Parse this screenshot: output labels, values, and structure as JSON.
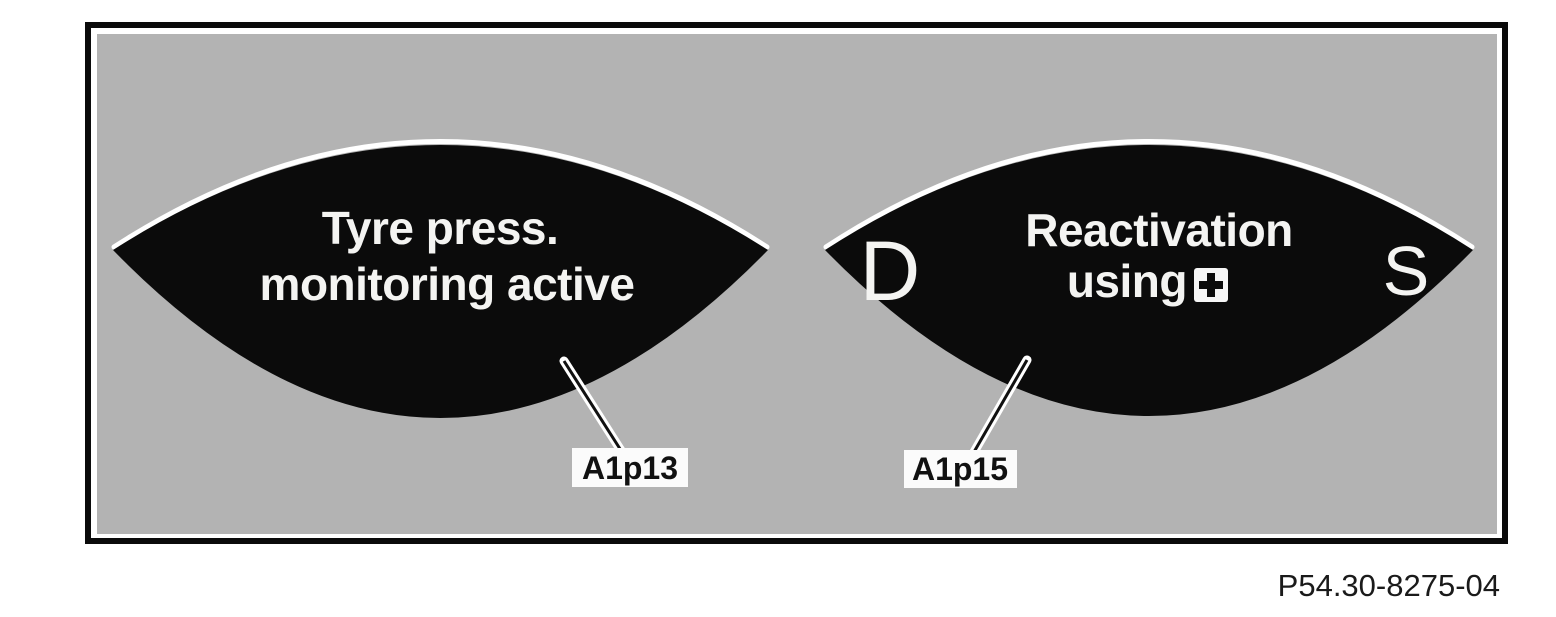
{
  "figure": {
    "panel": {
      "bg_color": "#b3b3b3",
      "border_color": "#0a0a0a",
      "display_bg_color": "#0b0b0b",
      "display_text_color": "#f4f4f2",
      "highlight_color": "#ffffff"
    },
    "left_display": {
      "line1": "Tyre press.",
      "line2": "monitoring active",
      "callout_label": "A1p13"
    },
    "right_display": {
      "line1": "Reactivation",
      "line2": "using",
      "plus_icon": "+",
      "left_letter": "D",
      "right_letter": "S",
      "callout_label": "A1p15"
    },
    "reference_number": "P54.30-8275-04"
  }
}
